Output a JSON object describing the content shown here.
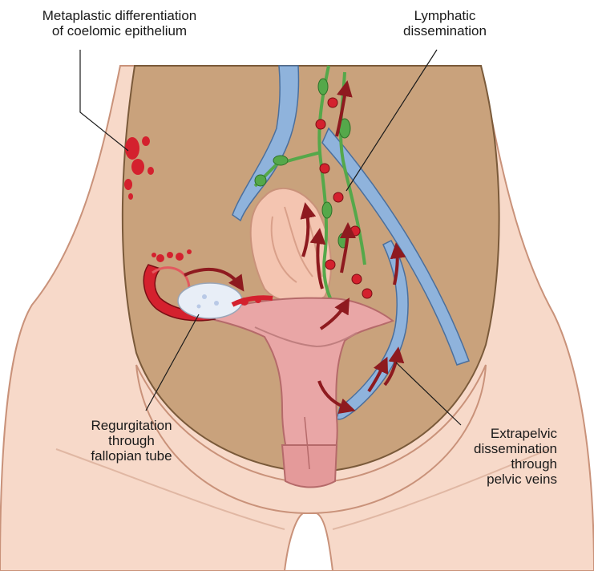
{
  "labels": {
    "metaplastic": [
      "Metaplastic differentiation",
      "of coelomic epithelium"
    ],
    "lymphatic": [
      "Lymphatic",
      "dissemination"
    ],
    "regurgitation": [
      "Regurgitation",
      "through",
      "fallopian tube"
    ],
    "extrapelvic": [
      "Extrapelvic",
      "dissemination",
      "through",
      "pelvic veins"
    ]
  },
  "colors": {
    "skin": "#f7d9c9",
    "skin_outline": "#c9927a",
    "cavity": "#c9a27c",
    "vein": "#8fb3dc",
    "lymph": "#55a84a",
    "implant": "#d4212e",
    "arrow": "#8e1a1f",
    "uterus": "#e9a6a6",
    "bowel": "#f4c5b1"
  }
}
